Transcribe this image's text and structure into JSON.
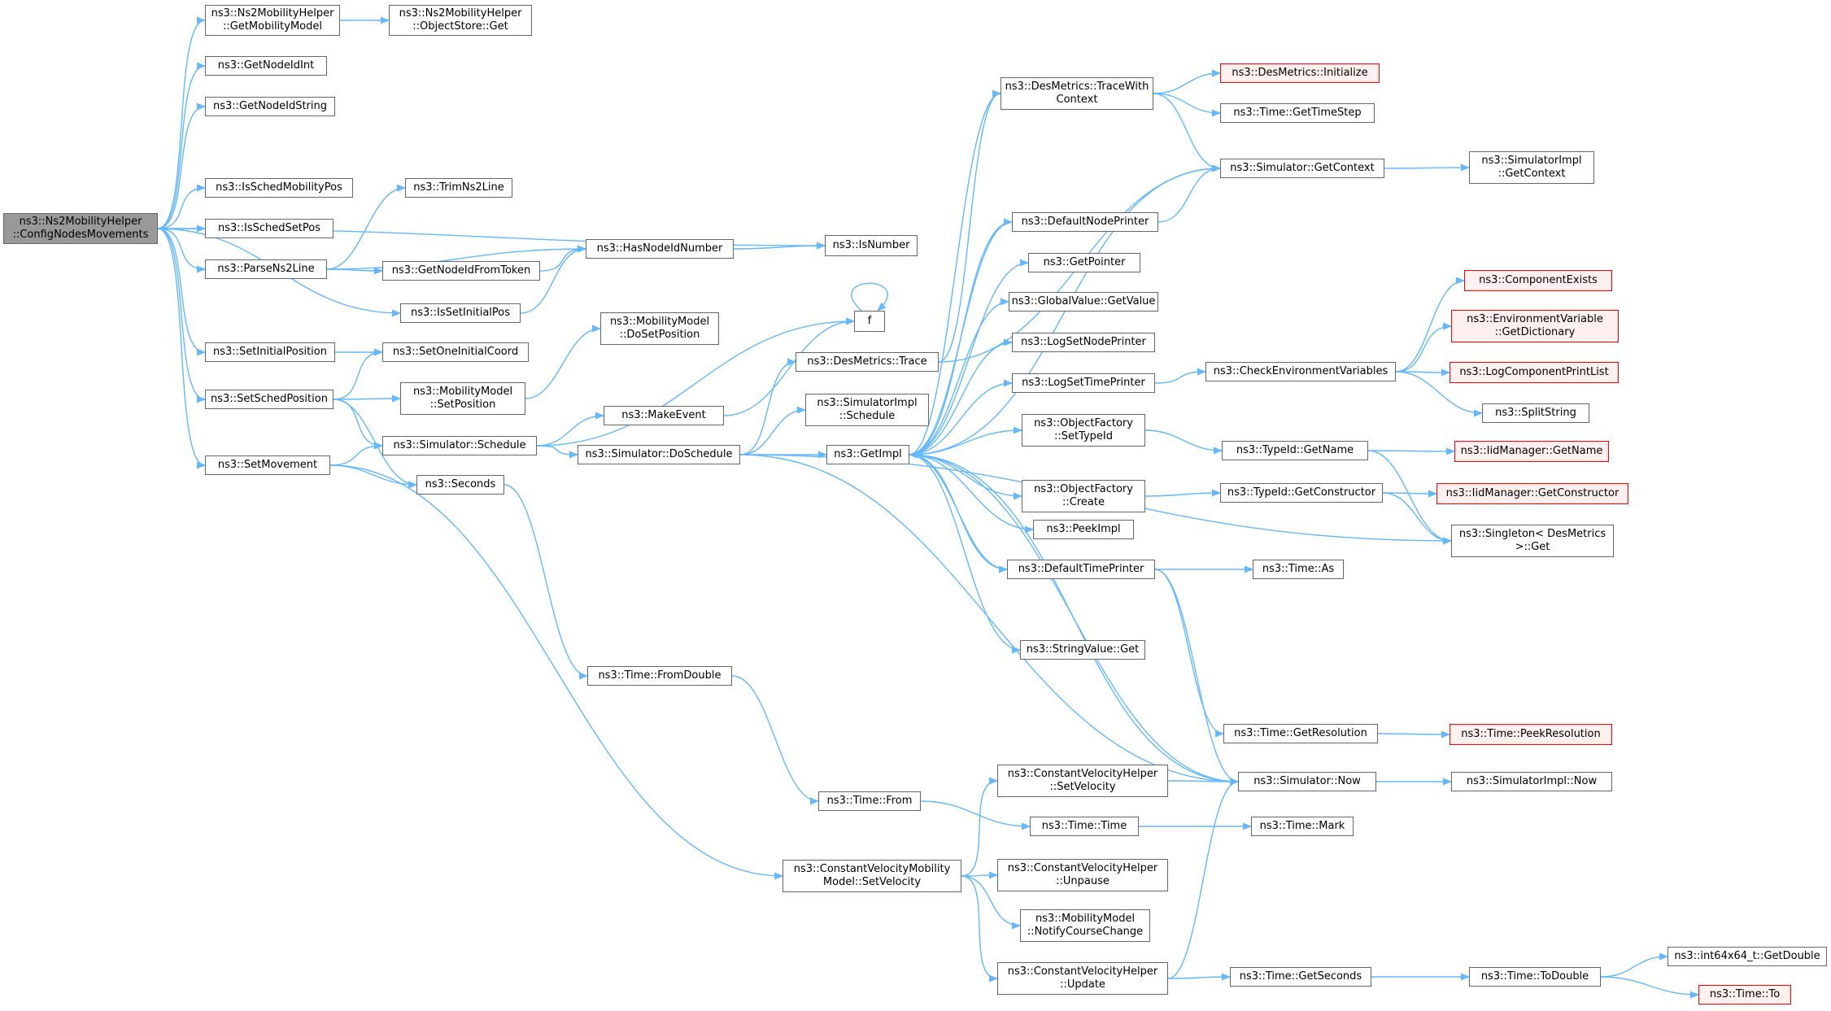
{
  "colors": {
    "edge": "#63b8ff",
    "node_border": "#666666",
    "root_fill": "#999999",
    "truncated_border": "#ff0000",
    "truncated_fill": "#fff0f0"
  },
  "nodes": {
    "root": [
      "ns3::Ns2MobilityHelper",
      "::ConfigNodesMovements"
    ],
    "getMobilityModel": [
      "ns3::Ns2MobilityHelper",
      "::GetMobilityModel"
    ],
    "objectStoreGet": [
      "ns3::Ns2MobilityHelper",
      "::ObjectStore::Get"
    ],
    "getNodeIdInt": [
      "ns3::GetNodeIdInt"
    ],
    "getNodeIdString": [
      "ns3::GetNodeIdString"
    ],
    "isSchedMobilityPos": [
      "ns3::IsSchedMobilityPos"
    ],
    "isSchedSetPos": [
      "ns3::IsSchedSetPos"
    ],
    "parseNs2Line": [
      "ns3::ParseNs2Line"
    ],
    "trimNs2Line": [
      "ns3::TrimNs2Line"
    ],
    "hasNodeIdNumber": [
      "ns3::HasNodeIdNumber"
    ],
    "isNumber": [
      "ns3::IsNumber"
    ],
    "getNodeIdFromToken": [
      "ns3::GetNodeIdFromToken"
    ],
    "isSetInitialPos": [
      "ns3::IsSetInitialPos"
    ],
    "setInitialPosition": [
      "ns3::SetInitialPosition"
    ],
    "setOneInitialCoord": [
      "ns3::SetOneInitialCoord"
    ],
    "setSchedPosition": [
      "ns3::SetSchedPosition"
    ],
    "mmSetPosition": [
      "ns3::MobilityModel",
      "::SetPosition"
    ],
    "mmDoSetPosition": [
      "ns3::MobilityModel",
      "::DoSetPosition"
    ],
    "simSchedule": [
      "ns3::Simulator::Schedule"
    ],
    "makeEvent": [
      "ns3::MakeEvent"
    ],
    "f": [
      "f"
    ],
    "setMovement": [
      "ns3::SetMovement"
    ],
    "seconds": [
      "ns3::Seconds"
    ],
    "simDoSchedule": [
      "ns3::Simulator::DoSchedule"
    ],
    "desMetricsTrace": [
      "ns3::DesMetrics::Trace"
    ],
    "simImplSchedule": [
      "ns3::SimulatorImpl",
      "::Schedule"
    ],
    "getImpl": [
      "ns3::GetImpl"
    ],
    "desMetricsTraceWithContext": [
      "ns3::DesMetrics::TraceWith",
      "Context"
    ],
    "desMetricsInitialize": [
      "ns3::DesMetrics::Initialize"
    ],
    "timeGetTimeStep": [
      "ns3::Time::GetTimeStep"
    ],
    "simGetContext": [
      "ns3::Simulator::GetContext"
    ],
    "simImplGetContext": [
      "ns3::SimulatorImpl",
      "::GetContext"
    ],
    "defaultNodePrinter": [
      "ns3::DefaultNodePrinter"
    ],
    "getPointer": [
      "ns3::GetPointer"
    ],
    "globalValueGetValue": [
      "ns3::GlobalValue::GetValue"
    ],
    "logSetNodePrinter": [
      "ns3::LogSetNodePrinter"
    ],
    "logSetTimePrinter": [
      "ns3::LogSetTimePrinter"
    ],
    "checkEnvVars": [
      "ns3::CheckEnvironmentVariables"
    ],
    "componentExists": [
      "ns3::ComponentExists"
    ],
    "envVarGetDictionary": [
      "ns3::EnvironmentVariable",
      "::GetDictionary"
    ],
    "logComponentPrintList": [
      "ns3::LogComponentPrintList"
    ],
    "splitString": [
      "ns3::SplitString"
    ],
    "objFactorySetTypeId": [
      "ns3::ObjectFactory",
      "::SetTypeId"
    ],
    "typeIdGetName": [
      "ns3::TypeId::GetName"
    ],
    "iidManagerGetName": [
      "ns3::IidManager::GetName"
    ],
    "objFactoryCreate": [
      "ns3::ObjectFactory",
      "::Create"
    ],
    "typeIdGetConstructor": [
      "ns3::TypeId::GetConstructor"
    ],
    "iidManagerGetConstructor": [
      "ns3::IidManager::GetConstructor"
    ],
    "singletonGet": [
      "ns3::Singleton< DesMetrics",
      " >::Get"
    ],
    "peekImpl": [
      "ns3::PeekImpl"
    ],
    "defaultTimePrinter": [
      "ns3::DefaultTimePrinter"
    ],
    "timeAs": [
      "ns3::Time::As"
    ],
    "stringValueGet": [
      "ns3::StringValue::Get"
    ],
    "timeFromDouble": [
      "ns3::Time::FromDouble"
    ],
    "timeGetResolution": [
      "ns3::Time::GetResolution"
    ],
    "timePeekResolution": [
      "ns3::Time::PeekResolution"
    ],
    "cvhSetVelocity": [
      "ns3::ConstantVelocityHelper",
      "::SetVelocity"
    ],
    "simNow": [
      "ns3::Simulator::Now"
    ],
    "simImplNow": [
      "ns3::SimulatorImpl::Now"
    ],
    "timeFrom": [
      "ns3::Time::From"
    ],
    "timeTime": [
      "ns3::Time::Time"
    ],
    "timeMark": [
      "ns3::Time::Mark"
    ],
    "cvmmSetVelocity": [
      "ns3::ConstantVelocityMobility",
      "Model::SetVelocity"
    ],
    "cvhUnpause": [
      "ns3::ConstantVelocityHelper",
      "::Unpause"
    ],
    "mmNotifyCourseChange": [
      "ns3::MobilityModel",
      "::NotifyCourseChange"
    ],
    "cvhUpdate": [
      "ns3::ConstantVelocityHelper",
      "::Update"
    ],
    "timeGetSeconds": [
      "ns3::Time::GetSeconds"
    ],
    "timeToDouble": [
      "ns3::Time::ToDouble"
    ],
    "int64GetDouble": [
      "ns3::int64x64_t::GetDouble"
    ],
    "timeTo": [
      "ns3::Time::To"
    ]
  }
}
